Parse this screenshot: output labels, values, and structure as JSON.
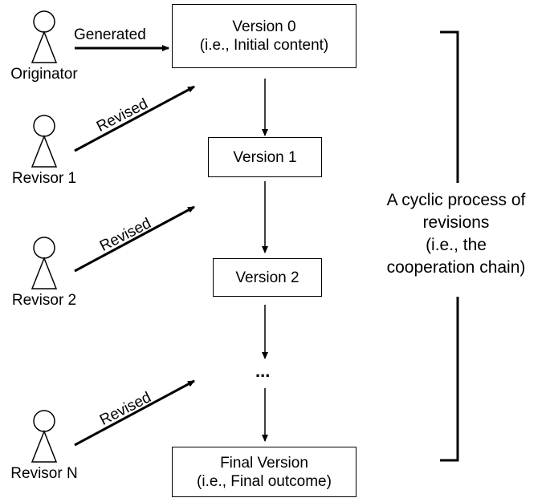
{
  "actors": [
    {
      "id": "originator",
      "label": "Originator"
    },
    {
      "id": "revisor-1",
      "label": "Revisor 1"
    },
    {
      "id": "revisor-2",
      "label": "Revisor 2"
    },
    {
      "id": "revisor-n",
      "label": "Revisor N"
    }
  ],
  "edges": {
    "generated": "Generated",
    "revised": "Revised"
  },
  "versions": [
    {
      "line1": "Version 0",
      "line2": "(i.e., Initial content)"
    },
    {
      "line1": "Version 1"
    },
    {
      "line1": "Version 2"
    },
    {
      "line1": "Final Version",
      "line2": "(i.e., Final outcome)"
    }
  ],
  "ellipsis": "...",
  "bracket_label": [
    "A cyclic process of",
    "revisions",
    "(i.e., the",
    "cooperation chain)"
  ]
}
